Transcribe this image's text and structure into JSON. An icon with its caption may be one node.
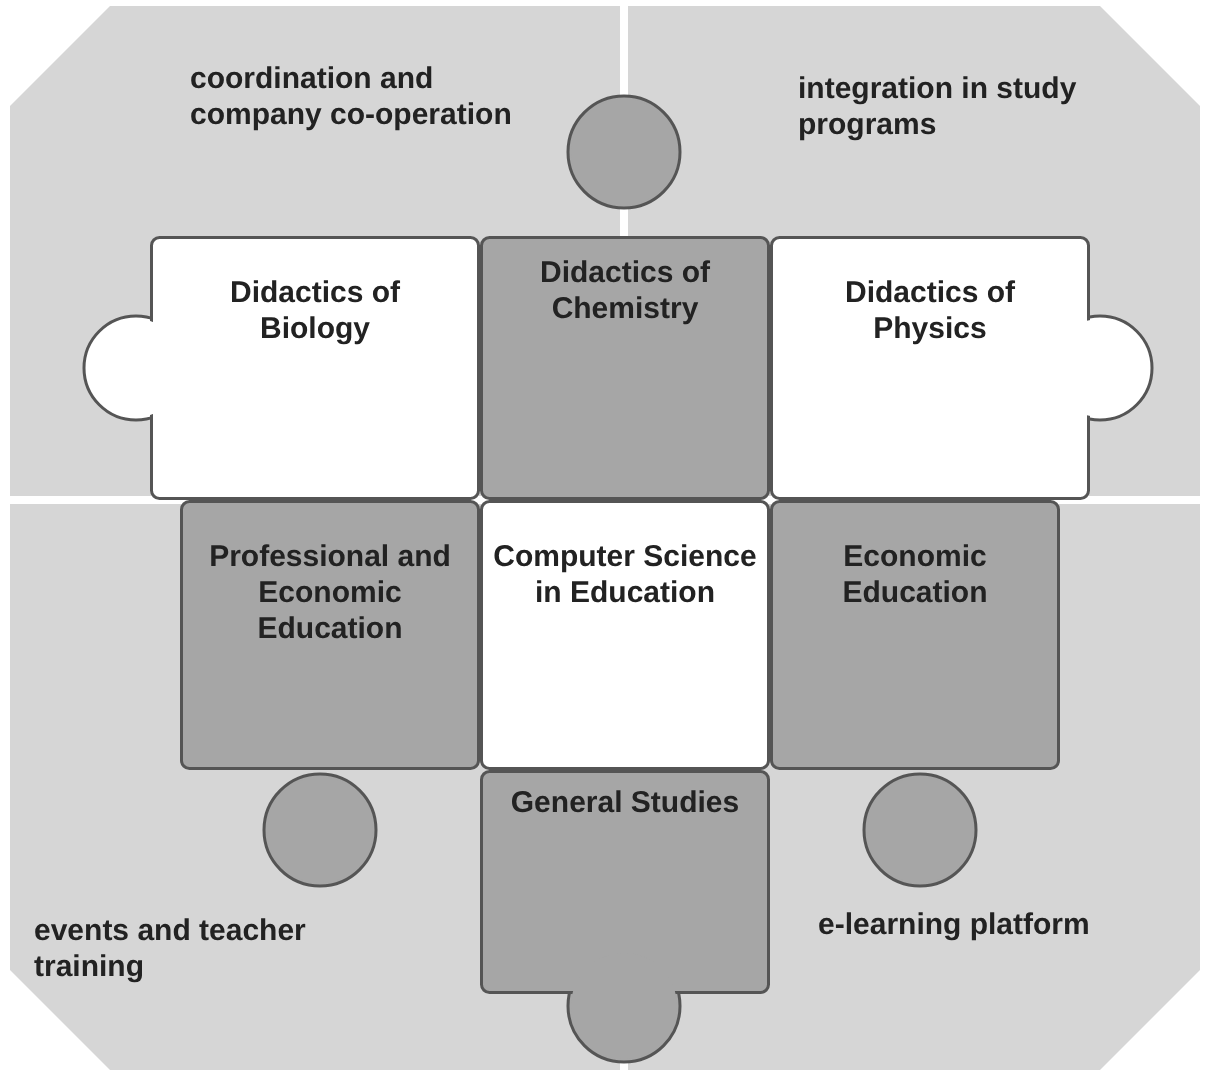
{
  "diagram": {
    "nodes": [
      {
        "text": [
          "coordination and company co-operation"
        ]
      },
      {
        "text": [
          "integration in study programs"
        ]
      },
      {
        "text": [
          "events and teacher training"
        ]
      },
      {
        "text": [
          "e-learning platform"
        ]
      },
      {
        "text": [
          "Didactics of Biology"
        ],
        "in": 0
      },
      {
        "text": [
          "Didactics of Chemistry"
        ]
      },
      {
        "text": [
          "Didactics of Physics"
        ],
        "in": 1
      },
      {
        "text": [
          "Professional and Economic Education"
        ],
        "in": 2
      },
      {
        "text": [
          "Computer Science in Education"
        ]
      },
      {
        "text": [
          "Economic Education"
        ],
        "in": 3
      },
      {
        "text": [
          "General Studies"
        ]
      }
    ]
  }
}
